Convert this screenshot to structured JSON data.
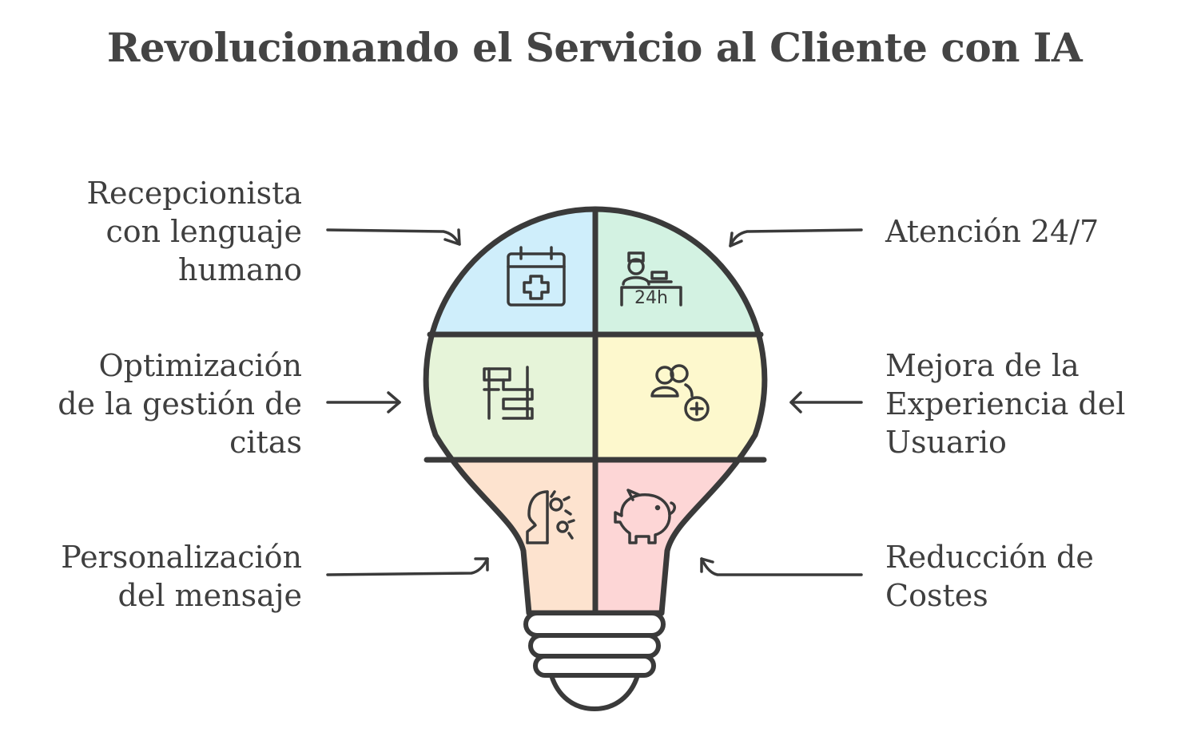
{
  "title": "Revolucionando el Servicio al Cliente con IA",
  "items": [
    {
      "lines": [
        "Recepcionista",
        "con lenguaje",
        "humano"
      ],
      "icon": "calendar-plus-icon",
      "color": "#cfeefb"
    },
    {
      "lines": [
        "Atención 24/7"
      ],
      "icon": "reception-24h-icon",
      "color": "#d3f2e2"
    },
    {
      "lines": [
        "Optimización",
        "de la gestión de",
        "citas"
      ],
      "icon": "scaffold-icon",
      "color": "#e6f4d9"
    },
    {
      "lines": [
        "Mejora de la",
        "Experiencia del",
        "Usuario"
      ],
      "icon": "add-users-icon",
      "color": "#fdf8cd"
    },
    {
      "lines": [
        "Personalización",
        "del mensaje"
      ],
      "icon": "head-gears-icon",
      "color": "#fde3cf"
    },
    {
      "lines": [
        "Reducción de",
        "Costes"
      ],
      "icon": "piggy-bank-icon",
      "color": "#fdd6d6"
    }
  ],
  "colors": {
    "stroke": "#3a3a3a",
    "text": "#3f3f3f"
  }
}
